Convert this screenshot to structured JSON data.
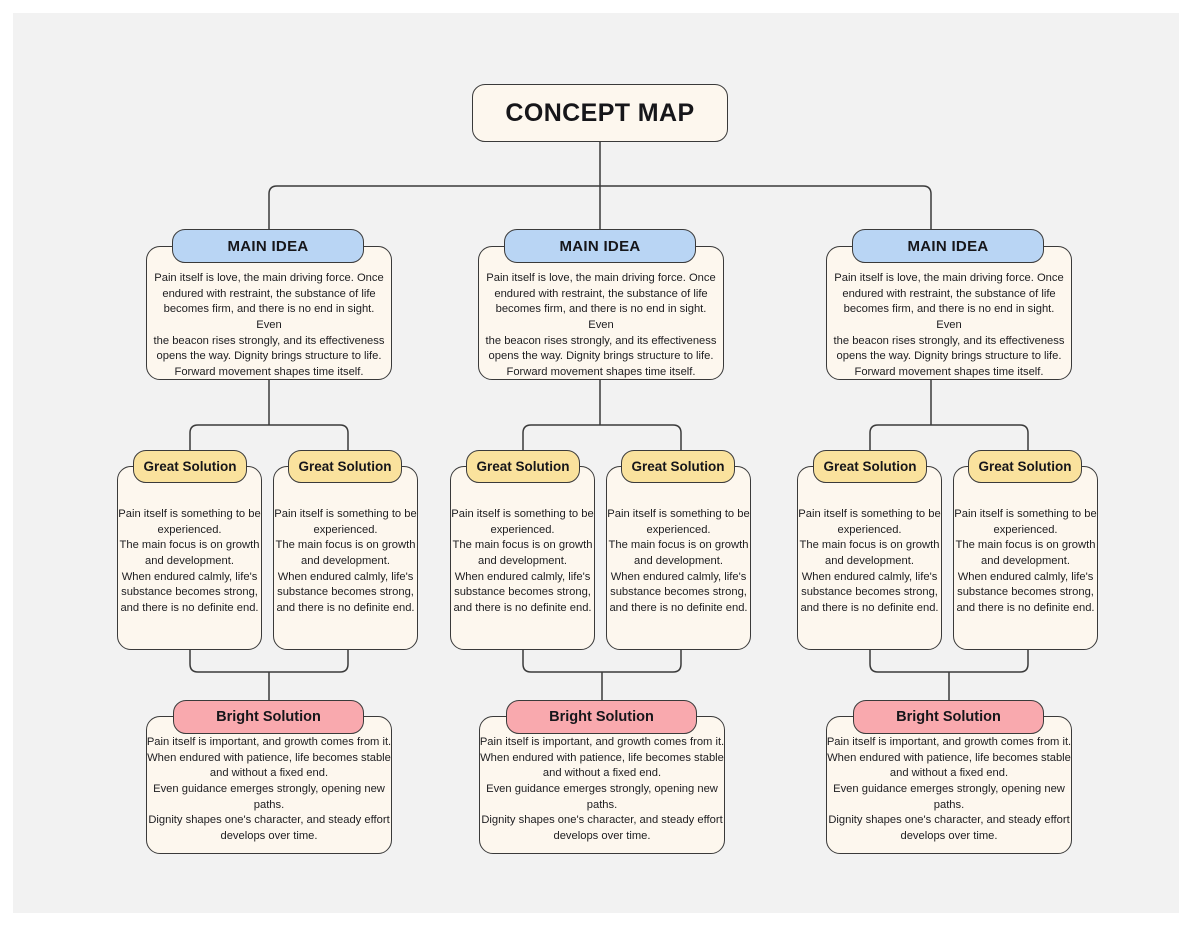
{
  "canvas": {
    "background": "#f2f2f2",
    "page_background": "#ffffff"
  },
  "palette": {
    "card_fill": "#fdf7ee",
    "stroke": "#3a3a3a",
    "main_idea_fill": "#b9d5f4",
    "great_solution_fill": "#fae29d",
    "bright_solution_fill": "#f9a9ae",
    "text": "#16161a"
  },
  "diagram": {
    "type": "concept-map",
    "root": {
      "title": "CONCEPT MAP"
    },
    "branches": [
      {
        "main_idea": {
          "title": "MAIN IDEA",
          "body": "Pain itself is love, the main driving force. Once\nendured with restraint, the substance of life\nbecomes firm, and there is no end in sight. Even\nthe beacon rises strongly, and its effectiveness\nopens the way. Dignity brings structure to life.\nForward movement shapes time itself."
        },
        "great_solutions": [
          {
            "title": "Great Solution",
            "body": "Pain itself is something to be\nexperienced.\nThe main focus is on growth\nand development.\nWhen endured calmly, life's\nsubstance becomes strong,\nand there is no definite end."
          },
          {
            "title": "Great Solution",
            "body": "Pain itself is something to be\nexperienced.\nThe main focus is on growth\nand development.\nWhen endured calmly, life's\nsubstance becomes strong,\nand there is no definite end."
          }
        ],
        "bright_solution": {
          "title": "Bright Solution",
          "body": "Pain itself is important, and growth comes from it.\nWhen endured with patience, life becomes stable\nand without a fixed end.\nEven guidance emerges strongly, opening new\npaths.\nDignity shapes one's character, and steady effort\ndevelops over time."
        }
      },
      {
        "main_idea": {
          "title": "MAIN IDEA",
          "body": "Pain itself is love, the main driving force. Once\nendured with restraint, the substance of life\nbecomes firm, and there is no end in sight. Even\nthe beacon rises strongly, and its effectiveness\nopens the way. Dignity brings structure to life.\nForward movement shapes time itself."
        },
        "great_solutions": [
          {
            "title": "Great Solution",
            "body": "Pain itself is something to be\nexperienced.\nThe main focus is on growth\nand development.\nWhen endured calmly, life's\nsubstance becomes strong,\nand there is no definite end."
          },
          {
            "title": "Great Solution",
            "body": "Pain itself is something to be\nexperienced.\nThe main focus is on growth\nand development.\nWhen endured calmly, life's\nsubstance becomes strong,\nand there is no definite end."
          }
        ],
        "bright_solution": {
          "title": "Bright Solution",
          "body": "Pain itself is important, and growth comes from it.\nWhen endured with patience, life becomes stable\nand without a fixed end.\nEven guidance emerges strongly, opening new\npaths.\nDignity shapes one's character, and steady effort\ndevelops over time."
        }
      },
      {
        "main_idea": {
          "title": "MAIN IDEA",
          "body": "Pain itself is love, the main driving force. Once\nendured with restraint, the substance of life\nbecomes firm, and there is no end in sight. Even\nthe beacon rises strongly, and its effectiveness\nopens the way. Dignity brings structure to life.\nForward movement shapes time itself."
        },
        "great_solutions": [
          {
            "title": "Great Solution",
            "body": "Pain itself is something to be\nexperienced.\nThe main focus is on growth\nand development.\nWhen endured calmly, life's\nsubstance becomes strong,\nand there is no definite end."
          },
          {
            "title": "Great Solution",
            "body": "Pain itself is something to be\nexperienced.\nThe main focus is on growth\nand development.\nWhen endured calmly, life's\nsubstance becomes strong,\nand there is no definite end."
          }
        ],
        "bright_solution": {
          "title": "Bright Solution",
          "body": "Pain itself is important, and growth comes from it.\nWhen endured with patience, life becomes stable\nand without a fixed end.\nEven guidance emerges strongly, opening new\npaths.\nDignity shapes one's character, and steady effort\ndevelops over time."
        }
      }
    ]
  }
}
